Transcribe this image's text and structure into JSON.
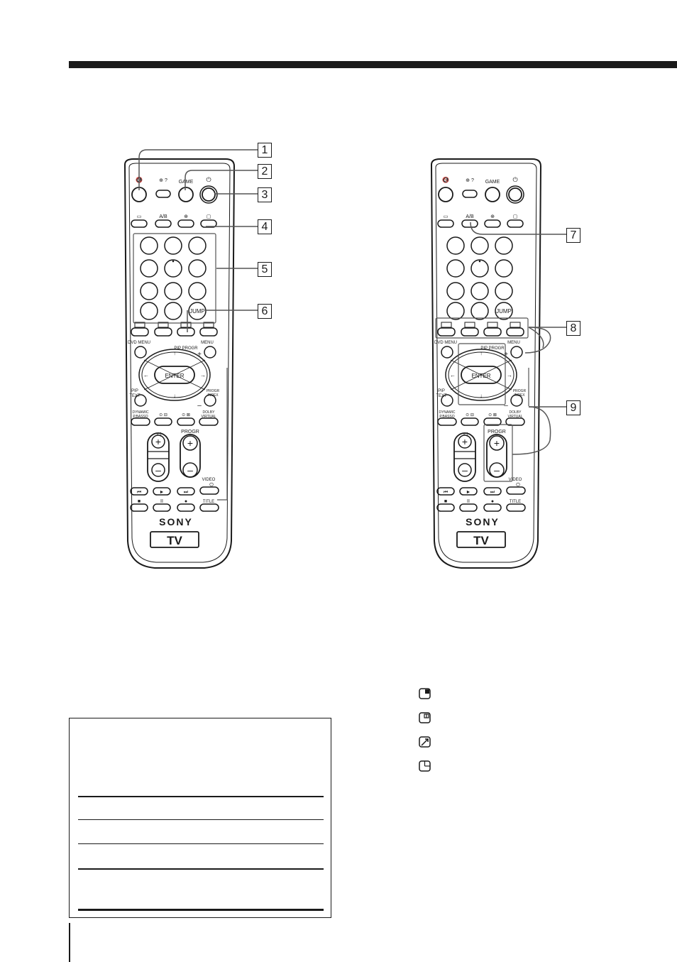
{
  "labels": {
    "mute": "🔇",
    "info": "⊕ ?",
    "game": "GAME",
    "power": "⏻",
    "ab": "A/B",
    "jump": "JUMP",
    "dvd_menu": "DVD MENU",
    "pip_progr": "PIP PROGR",
    "menu": "MENU",
    "enter": "ENTER",
    "pip_text": "PIP\nTEXT",
    "progr_index": "PROGR\nINDEX",
    "dynamic": "DYNAMIC\nP.BASSO",
    "dolby": "DOLBY\nVIRTUAL",
    "progr": "PROGR",
    "video": "VIDEO",
    "title": "TITLE",
    "brand": "SONY",
    "tv": "TV",
    "plus": "+",
    "minus": "–"
  },
  "callouts_left": [
    "1",
    "2",
    "3",
    "4",
    "5",
    "6"
  ],
  "callouts_right": [
    "7",
    "8",
    "9"
  ],
  "pip_icons": [
    "pip-top-right-icon",
    "pip-split-icon",
    "pip-swap-icon",
    "pip-plain-icon"
  ],
  "colors": {
    "ink": "#1a1a1a",
    "paper": "#ffffff",
    "callout_line": "#555555"
  }
}
